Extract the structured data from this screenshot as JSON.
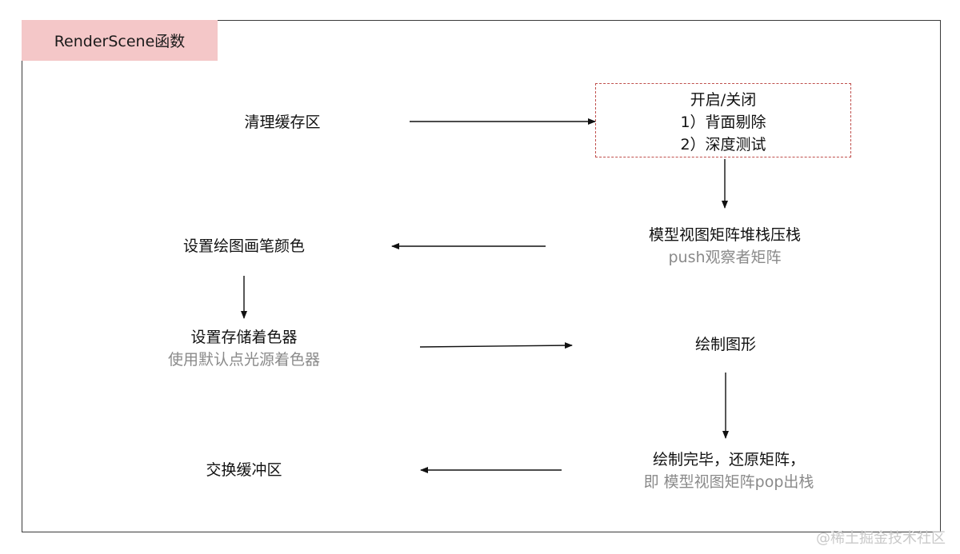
{
  "title": "RenderScene函数",
  "nodes": {
    "clear_buffer": "清理缓存区",
    "toggle_title": "开启/关闭",
    "toggle_item1": "1）背面剔除",
    "toggle_item2": "2）深度测试",
    "push_main": "模型视图矩阵堆栈压栈",
    "push_sub": "push观察者矩阵",
    "pen_color": "设置绘图画笔颜色",
    "shader_main": "设置存储着色器",
    "shader_sub": "使用默认点光源着色器",
    "draw": "绘制图形",
    "restore_main": "绘制完毕，还原矩阵，",
    "restore_sub": "即 模型视图矩阵pop出栈",
    "swap": "交换缓冲区"
  },
  "watermark": "@稀土掘金技术社区"
}
